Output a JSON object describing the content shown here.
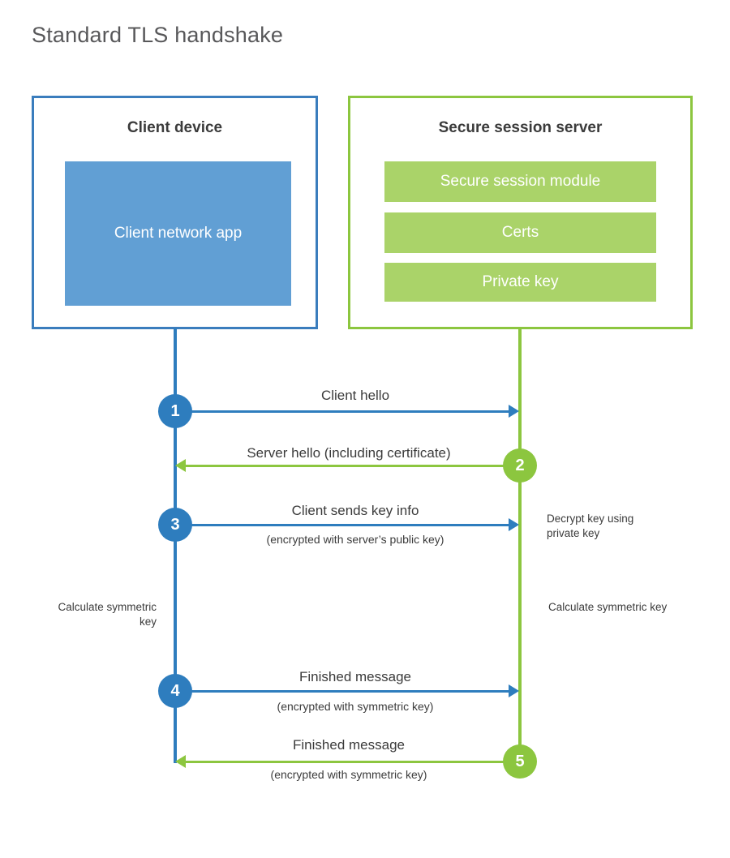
{
  "title": "Standard TLS handshake",
  "colors": {
    "client_accent": "#2e7dbe",
    "client_border": "#3a7dbd",
    "client_fill": "#619fd4",
    "server_accent": "#8cc63f",
    "server_fill": "#aad369",
    "text": "#3b3b3b",
    "title_text": "#58585a",
    "background": "#ffffff"
  },
  "parties": {
    "client": {
      "title": "Client device",
      "app_block": "Client network app"
    },
    "server": {
      "title": "Secure session server",
      "modules": [
        "Secure session module",
        "Certs",
        "Private key"
      ]
    }
  },
  "steps": [
    {
      "number": "1",
      "side": "client",
      "direction": "right",
      "label": "Client hello",
      "sublabel": ""
    },
    {
      "number": "2",
      "side": "server",
      "direction": "left",
      "label": "Server hello (including certificate)",
      "sublabel": ""
    },
    {
      "number": "3",
      "side": "client",
      "direction": "right",
      "label": "Client sends key info",
      "sublabel": "(encrypted with server’s public key)"
    },
    {
      "number": "4",
      "side": "client",
      "direction": "right",
      "label": "Finished message",
      "sublabel": "(encrypted with symmetric key)"
    },
    {
      "number": "5",
      "side": "server",
      "direction": "left",
      "label": "Finished message",
      "sublabel": "(encrypted with symmetric key)"
    }
  ],
  "annotations": {
    "decrypt_key": "Decrypt key using private key",
    "client_calculate": "Calculate symmetric key",
    "server_calculate": "Calculate symmetric key"
  }
}
